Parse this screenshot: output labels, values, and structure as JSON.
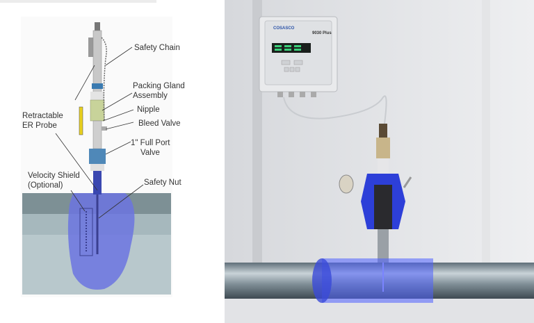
{
  "diagram": {
    "labels": {
      "safety_chain": "Safety Chain",
      "packing_gland_1": "Packing Gland",
      "packing_gland_2": "Assembly",
      "nipple": "Nipple",
      "bleed_valve": "Bleed Valve",
      "full_port_1": "1\" Full Port",
      "full_port_2": "Valve",
      "retractable_1": "Retractable",
      "retractable_2": "ER Probe",
      "velocity_1": "Velocity Shield",
      "velocity_2": "(Optional)",
      "safety_nut": "Safety Nut"
    }
  },
  "photo": {
    "device_brand": "COSASCO",
    "device_model": "9030 Plus"
  },
  "colors": {
    "fluid": "#6b74e0",
    "pipe": "#8fa4ac",
    "gland": "#c8d39a",
    "valve_handle": "#e8d020"
  }
}
